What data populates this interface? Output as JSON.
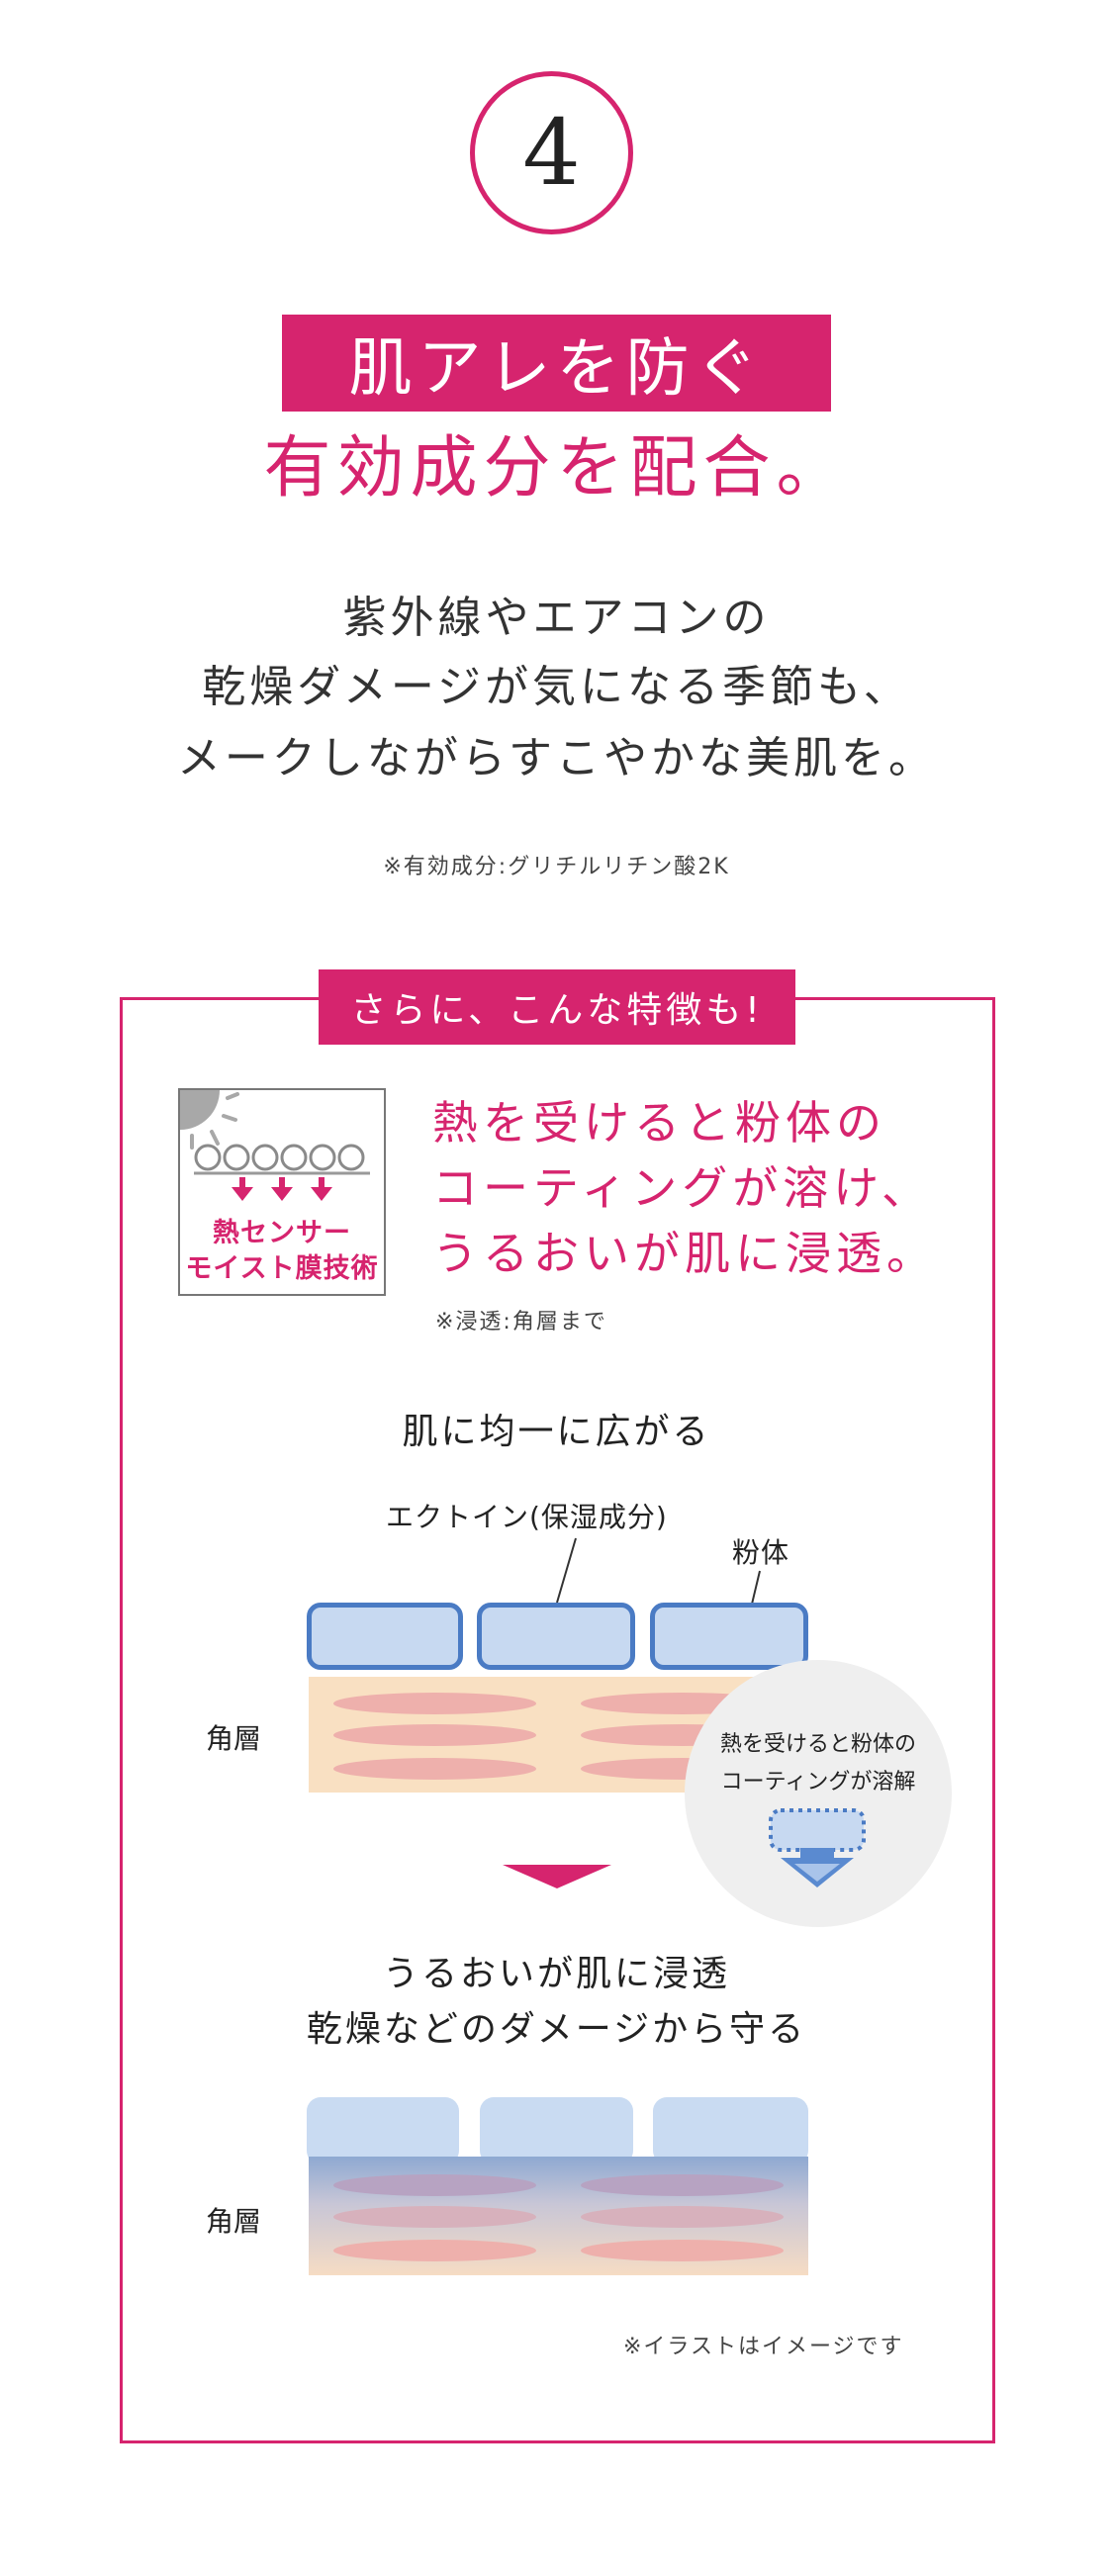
{
  "step": {
    "number": "4"
  },
  "headline": {
    "line1": "肌アレを防ぐ",
    "line2": "有効成分を配合。"
  },
  "intro": {
    "line1": "紫外線やエアコンの",
    "line2": "乾燥ダメージが気になる季節も、",
    "line3": "メークしながらすこやかな美肌を。"
  },
  "note_ingredient": "※有効成分:グリチルリチン酸2K",
  "feature": {
    "badge": "さらに、こんな特徴も!",
    "tech_label_1": "熱センサー",
    "tech_label_2": "モイスト膜技術",
    "text_line1": "熱を受けると粉体の",
    "text_line2": "コーティングが溶け、",
    "text_line3": "うるおいが肌に浸透。",
    "note": "※浸透:角層まで"
  },
  "diagram1": {
    "title": "肌に均一に広がる",
    "label_ectoin": "エクトイン(保湿成分)",
    "label_powder": "粉体",
    "label_strata": "角層",
    "bubble_line1": "熱を受けると粉体の",
    "bubble_line2": "コーティングが溶解"
  },
  "diagram2": {
    "title_line1": "うるおいが肌に浸透",
    "title_line2": "乾燥などのダメージから守る",
    "label_strata": "角層"
  },
  "note_illustration": "※イラストはイメージです",
  "colors": {
    "accent": "#d6246e",
    "pill_border": "#4a7bc4",
    "pill_fill": "#c7d9f1",
    "skin": "#f9e0c2"
  }
}
